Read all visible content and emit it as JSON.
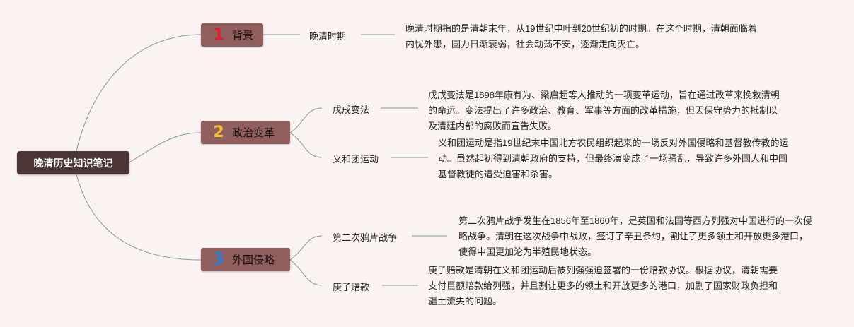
{
  "root": {
    "title": "晚清历史知识笔记"
  },
  "branches": [
    {
      "number": "1",
      "number_color": "#e0202a",
      "label": "背景",
      "topics": [
        {
          "label": "晚清时期",
          "desc": "晚清时期指的是清朝末年，从19世纪中叶到20世纪初的时期。在这个时期，清朝面临着内忧外患，国力日渐衰弱，社会动荡不安，逐渐走向灭亡。"
        }
      ]
    },
    {
      "number": "2",
      "number_color": "#f2c230",
      "label": "政治变革",
      "topics": [
        {
          "label": "戊戌变法",
          "desc": "戊戌变法是1898年康有为、梁启超等人推动的一项变革运动，旨在通过改革来挽救清朝的命运。变法提出了许多政治、教育、军事等方面的改革措施，但因保守势力的抵制以及清廷内部的腐败而宣告失败。"
        },
        {
          "label": "义和团运动",
          "desc": "义和团运动是指19世纪末中国北方农民组织起来的一场反对外国侵略和基督教传教的运动。虽然起初得到清朝政府的支持，但最终演变成了一场骚乱，导致许多外国人和中国基督教徒的遭受迫害和杀害。"
        }
      ]
    },
    {
      "number": "3",
      "number_color": "#2b7fd1",
      "label": "外国侵略",
      "topics": [
        {
          "label": "第二次鸦片战争",
          "desc": "第二次鸦片战争发生在1856年至1860年，是英国和法国等西方列强对中国进行的一次侵略战争。清朝在这次战争中战败，签订了辛丑条约，割让了更多领土和开放更多港口，使得中国更加沦为半殖民地状态。"
        },
        {
          "label": "庚子赔款",
          "desc": "庚子赔款是清朝在义和团运动后被列强强迫签署的一份赔款协议。根据协议，清朝需要支付巨额赔款给列强，并且割让更多的领土和开放更多的港口，加剧了国家财政负担和疆土流失的问题。"
        }
      ]
    }
  ]
}
